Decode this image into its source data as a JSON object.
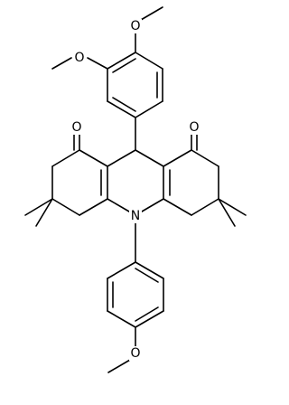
{
  "molecule": {
    "atoms": [
      {
        "id": "o_top_methoxy",
        "symbol": "O"
      },
      {
        "id": "o_left_methoxy",
        "symbol": "O"
      },
      {
        "id": "o_left_ketone",
        "symbol": "O"
      },
      {
        "id": "o_right_ketone",
        "symbol": "O"
      },
      {
        "id": "n_ring",
        "symbol": "N"
      },
      {
        "id": "o_bottom_methoxy",
        "symbol": "O"
      }
    ]
  }
}
